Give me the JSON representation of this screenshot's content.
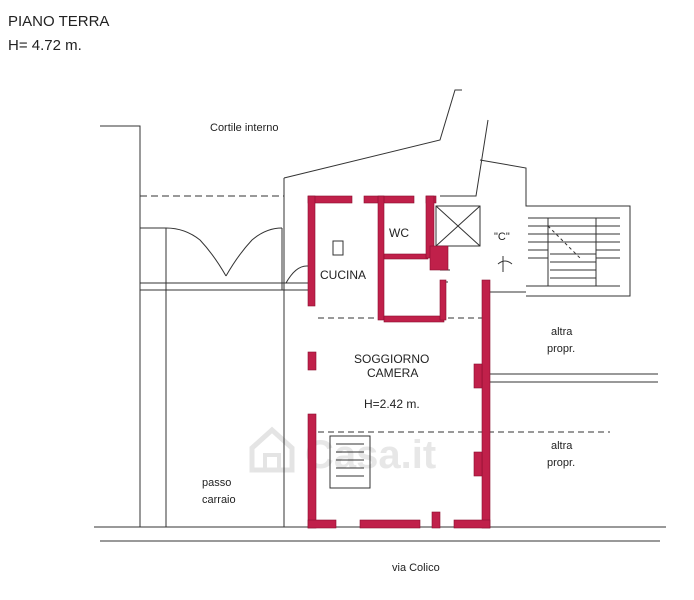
{
  "header": {
    "title": "PIANO TERRA",
    "height_label": "H= 4.72 m."
  },
  "labels": {
    "courtyard": "Cortile interno",
    "kitchen": "CUCINA",
    "wc": "WC",
    "stair_c": "\"C\"",
    "living_line1": "SOGGIORNO",
    "living_line2": "CAMERA",
    "living_height": "H=2.42 m.",
    "neighbor_top_line1": "altra",
    "neighbor_top_line2": "propr.",
    "neighbor_bottom_line1": "altra",
    "neighbor_bottom_line2": "propr.",
    "driveway_line1": "passo",
    "driveway_line2": "carraio",
    "street": "via Colico"
  },
  "watermark": {
    "text": "Casa.it"
  },
  "colors": {
    "wall_fill": "#c0204a",
    "wall_stroke": "#8a1030",
    "line": "#333333",
    "watermark": "#d8d8d8"
  }
}
